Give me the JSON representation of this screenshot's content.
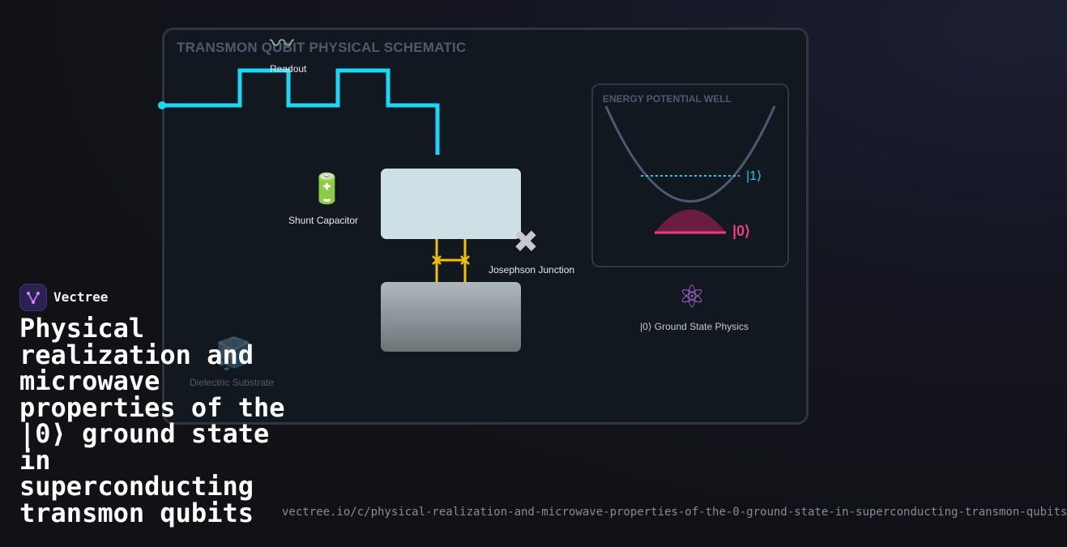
{
  "diagram": {
    "title": "TRANSMON QUBIT PHYSICAL SCHEMATIC",
    "readout_label": "Readout",
    "readout_icon": "wave-icon",
    "capacitor_label": "Shunt Capacitor",
    "capacitor_icon": "battery-icon",
    "junction_label": "Josephson Junction",
    "junction_icon": "cross-mark-icon",
    "substrate_label": "Dielectric Substrate",
    "substrate_icon": "ice-cube-icon",
    "energy_well": {
      "title": "ENERGY POTENTIAL WELL",
      "state_excited": "|1⟩",
      "state_ground": "|0⟩"
    },
    "ground_state_label": "|0⟩ Ground State Physics",
    "ground_state_icon": "atom-icon",
    "colors": {
      "resonator": "#1bd6f5",
      "junction": "#f2c200",
      "ground_state": "#f03c86",
      "excited_state": "#22c6ea",
      "potential_curve": "#4c5b70"
    }
  },
  "brand": {
    "name": "Vectree"
  },
  "headline": "Physical realization and microwave properties of the |0⟩ ground state in superconducting transmon qubits",
  "url": "vectree.io/c/physical-realization-and-microwave-properties-of-the-0-ground-state-in-superconducting-transmon-qubits"
}
